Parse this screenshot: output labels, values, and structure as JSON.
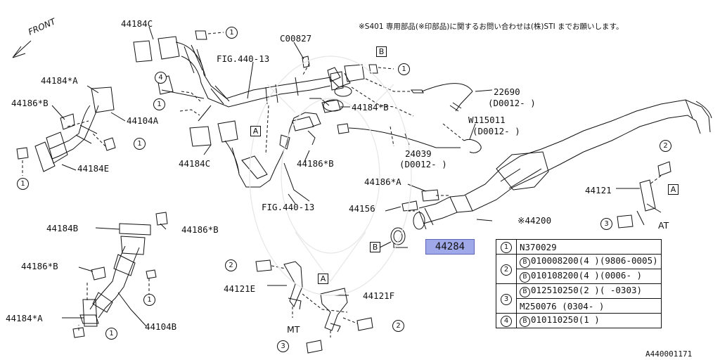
{
  "note": "※S401 専用部品(※印部品)に関するお問い合わせは(株)STI までお願いします。",
  "front_label": "FRONT",
  "reference_id": "A440001171",
  "highlight_part": "44284",
  "callouts": {
    "c1": "1",
    "c2": "2",
    "c3": "3",
    "c4": "4"
  },
  "box_labels": {
    "a": "A",
    "b": "B"
  },
  "parts": {
    "p44184C_top": "44184C",
    "fig440_13_top": "FIG.440-13",
    "c00827": "C00827",
    "p22690": "22690",
    "p22690_date": "(D0012-     )",
    "p44184B_mid": "44184*B",
    "w115011": "W115011",
    "w115011_date": "(D0012-     )",
    "p24039": "24039",
    "p24039_date": "(D0012-     )",
    "p44184A_top": "44184*A",
    "p44186B_left": "44186*B",
    "p44104A": "44104A",
    "p44184E": "44184E",
    "p44184C_mid": "44184C",
    "p44186B_mid": "44186*B",
    "fig440_13_bot": "FIG.440-13",
    "p44186A": "44186*A",
    "p44156": "44156",
    "p44200": "※44200",
    "p44121": "44121",
    "at": "AT",
    "p44184B_low": "44184B",
    "p44186B_low1": "44186*B",
    "p44186B_low2": "44186*B",
    "p44184A_low": "44184*A",
    "p44104B": "44104B",
    "p44121E": "44121E",
    "p44121F": "44121F",
    "mt": "MT"
  },
  "legend": {
    "r1": {
      "key": "1",
      "text": "N370029"
    },
    "r2a": {
      "key": "2",
      "bolt": "B",
      "text": "010008200(4 )(9806-0005)"
    },
    "r2b": {
      "bolt": "B",
      "text": "010108200(4 )(0006-     )"
    },
    "r3a": {
      "key": "3",
      "bolt": "B",
      "text": "012510250(2 )(     -0303)"
    },
    "r3b": {
      "text": "M250076       (0304-     )"
    },
    "r4": {
      "key": "4",
      "bolt": "B",
      "text": "010110250(1 )"
    }
  }
}
